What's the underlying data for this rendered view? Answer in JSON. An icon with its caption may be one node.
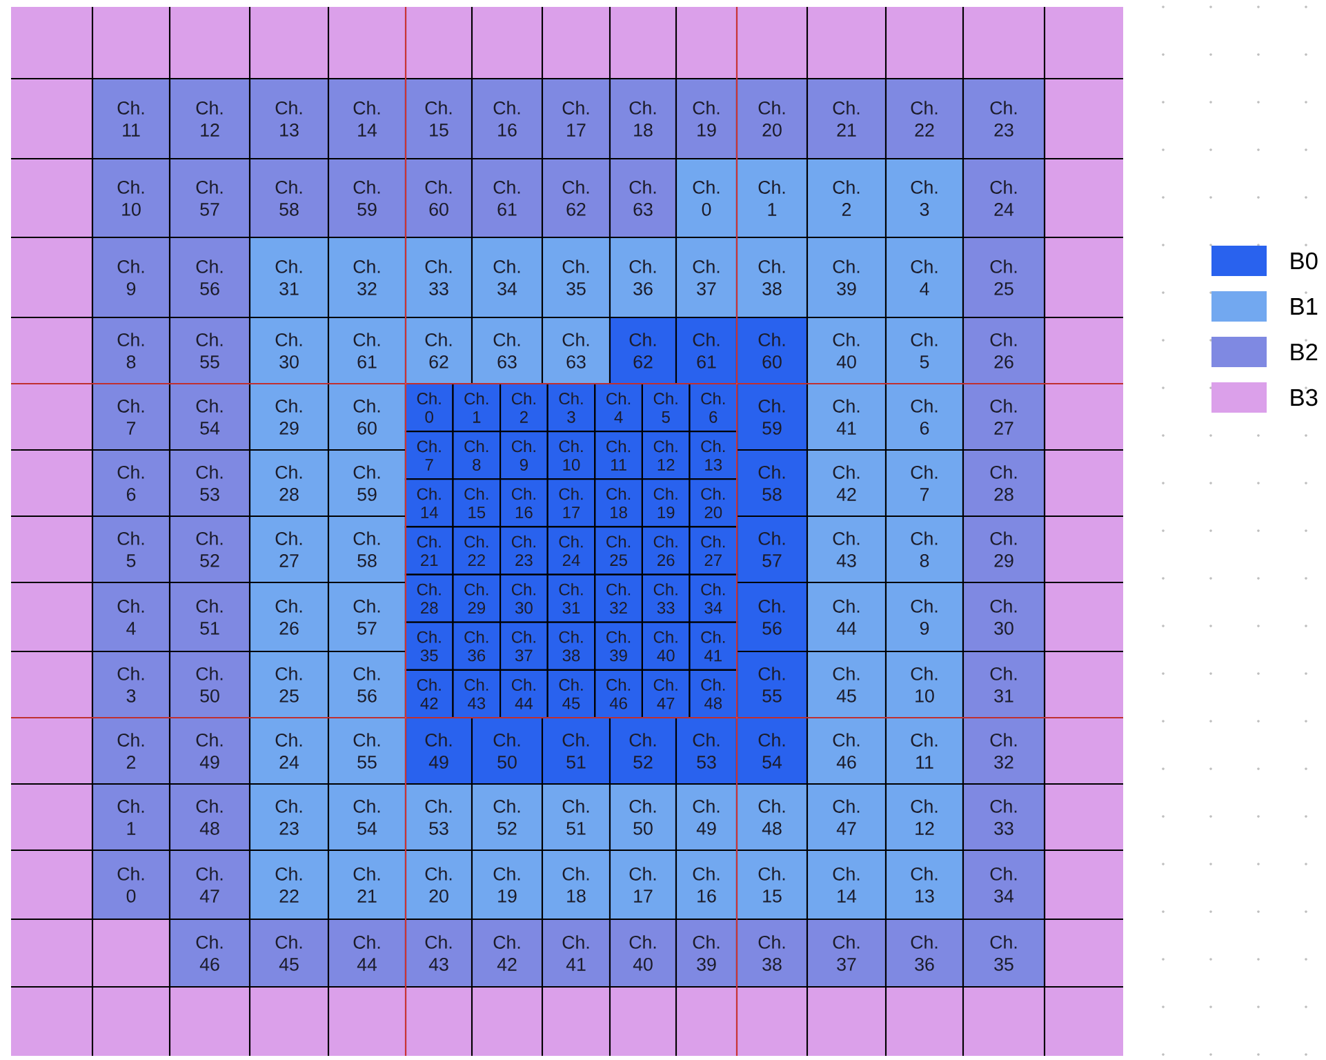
{
  "diagram": {
    "nodes": [
      {
        "text": [
          "Ch. 11"
        ]
      },
      {
        "text": [
          "Ch. 12"
        ]
      },
      {
        "text": [
          "Ch. 13"
        ]
      },
      {
        "text": [
          "Ch. 14"
        ]
      },
      {
        "text": [
          "Ch. 15"
        ]
      },
      {
        "text": [
          "Ch. 16"
        ]
      },
      {
        "text": [
          "Ch. 17"
        ]
      },
      {
        "text": [
          "Ch. 18"
        ]
      },
      {
        "text": [
          "Ch. 19"
        ]
      },
      {
        "text": [
          "Ch. 20"
        ]
      },
      {
        "text": [
          "Ch. 21"
        ]
      },
      {
        "text": [
          "Ch. 22"
        ]
      },
      {
        "text": [
          "Ch. 23"
        ]
      },
      {
        "text": [
          "Ch. 10"
        ]
      },
      {
        "text": [
          "Ch. 57"
        ]
      },
      {
        "text": [
          "Ch. 58"
        ]
      },
      {
        "text": [
          "Ch. 59"
        ]
      },
      {
        "text": [
          "Ch. 60"
        ]
      },
      {
        "text": [
          "Ch. 61"
        ]
      },
      {
        "text": [
          "Ch. 62"
        ]
      },
      {
        "text": [
          "Ch. 63"
        ]
      },
      {
        "text": [
          "Ch. 0"
        ]
      },
      {
        "text": [
          "Ch. 1"
        ]
      },
      {
        "text": [
          "Ch. 2"
        ]
      },
      {
        "text": [
          "Ch. 3"
        ]
      },
      {
        "text": [
          "Ch. 24"
        ]
      },
      {
        "text": [
          "Ch. 9"
        ]
      },
      {
        "text": [
          "Ch. 56"
        ]
      },
      {
        "text": [
          "Ch. 31"
        ]
      },
      {
        "text": [
          "Ch. 32"
        ]
      },
      {
        "text": [
          "Ch. 33"
        ]
      },
      {
        "text": [
          "Ch. 34"
        ]
      },
      {
        "text": [
          "Ch. 35"
        ]
      },
      {
        "text": [
          "Ch. 36"
        ]
      },
      {
        "text": [
          "Ch. 37"
        ]
      },
      {
        "text": [
          "Ch. 38"
        ]
      },
      {
        "text": [
          "Ch. 39"
        ]
      },
      {
        "text": [
          "Ch. 4"
        ]
      },
      {
        "text": [
          "Ch. 25"
        ]
      },
      {
        "text": [
          "Ch. 8"
        ]
      },
      {
        "text": [
          "Ch. 55"
        ]
      },
      {
        "text": [
          "Ch. 30"
        ]
      },
      {
        "text": [
          "Ch. 61"
        ]
      },
      {
        "text": [
          "Ch. 62"
        ]
      },
      {
        "text": [
          "Ch. 63"
        ]
      },
      {
        "text": [
          "Ch. 63"
        ]
      },
      {
        "text": [
          "Ch. 62"
        ]
      },
      {
        "text": [
          "Ch. 61"
        ]
      },
      {
        "text": [
          "Ch. 60"
        ]
      },
      {
        "text": [
          "Ch. 40"
        ]
      },
      {
        "text": [
          "Ch. 5"
        ]
      },
      {
        "text": [
          "Ch. 26"
        ]
      },
      {
        "text": [
          "Ch. 7"
        ]
      },
      {
        "text": [
          "Ch. 54"
        ]
      },
      {
        "text": [
          "Ch. 29"
        ]
      },
      {
        "text": [
          "Ch. 60"
        ]
      },
      {
        "text": [
          "Ch. 59"
        ]
      },
      {
        "text": [
          "Ch. 41"
        ]
      },
      {
        "text": [
          "Ch. 6"
        ]
      },
      {
        "text": [
          "Ch. 27"
        ]
      },
      {
        "text": [
          "Ch. 6"
        ]
      },
      {
        "text": [
          "Ch. 53"
        ]
      },
      {
        "text": [
          "Ch. 28"
        ]
      },
      {
        "text": [
          "Ch. 59"
        ]
      },
      {
        "text": [
          "Ch. 58"
        ]
      },
      {
        "text": [
          "Ch. 42"
        ]
      },
      {
        "text": [
          "Ch. 7"
        ]
      },
      {
        "text": [
          "Ch. 28"
        ]
      },
      {
        "text": [
          "Ch. 5"
        ]
      },
      {
        "text": [
          "Ch. 52"
        ]
      },
      {
        "text": [
          "Ch. 27"
        ]
      },
      {
        "text": [
          "Ch. 58"
        ]
      },
      {
        "text": [
          "Ch. 57"
        ]
      },
      {
        "text": [
          "Ch. 43"
        ]
      },
      {
        "text": [
          "Ch. 8"
        ]
      },
      {
        "text": [
          "Ch. 29"
        ]
      },
      {
        "text": [
          "Ch. 4"
        ]
      },
      {
        "text": [
          "Ch. 51"
        ]
      },
      {
        "text": [
          "Ch. 26"
        ]
      },
      {
        "text": [
          "Ch. 57"
        ]
      },
      {
        "text": [
          "Ch. 56"
        ]
      },
      {
        "text": [
          "Ch. 44"
        ]
      },
      {
        "text": [
          "Ch. 9"
        ]
      },
      {
        "text": [
          "Ch. 30"
        ]
      },
      {
        "text": [
          "Ch. 3"
        ]
      },
      {
        "text": [
          "Ch. 50"
        ]
      },
      {
        "text": [
          "Ch. 25"
        ]
      },
      {
        "text": [
          "Ch. 56"
        ]
      },
      {
        "text": [
          "Ch. 55"
        ]
      },
      {
        "text": [
          "Ch. 45"
        ]
      },
      {
        "text": [
          "Ch. 10"
        ]
      },
      {
        "text": [
          "Ch. 31"
        ]
      },
      {
        "text": [
          "Ch. 2"
        ]
      },
      {
        "text": [
          "Ch. 49"
        ]
      },
      {
        "text": [
          "Ch. 24"
        ]
      },
      {
        "text": [
          "Ch. 55"
        ]
      },
      {
        "text": [
          "Ch. 49"
        ]
      },
      {
        "text": [
          "Ch. 50"
        ]
      },
      {
        "text": [
          "Ch. 51"
        ]
      },
      {
        "text": [
          "Ch. 52"
        ]
      },
      {
        "text": [
          "Ch. 53"
        ]
      },
      {
        "text": [
          "Ch. 54"
        ]
      },
      {
        "text": [
          "Ch. 46"
        ]
      },
      {
        "text": [
          "Ch. 11"
        ]
      },
      {
        "text": [
          "Ch. 32"
        ]
      },
      {
        "text": [
          "Ch. 1"
        ]
      },
      {
        "text": [
          "Ch. 48"
        ]
      },
      {
        "text": [
          "Ch. 23"
        ]
      },
      {
        "text": [
          "Ch. 54"
        ]
      },
      {
        "text": [
          "Ch. 53"
        ]
      },
      {
        "text": [
          "Ch. 52"
        ]
      },
      {
        "text": [
          "Ch. 51"
        ]
      },
      {
        "text": [
          "Ch. 50"
        ]
      },
      {
        "text": [
          "Ch. 49"
        ]
      },
      {
        "text": [
          "Ch. 48"
        ]
      },
      {
        "text": [
          "Ch. 47"
        ]
      },
      {
        "text": [
          "Ch. 12"
        ]
      },
      {
        "text": [
          "Ch. 33"
        ]
      },
      {
        "text": [
          "Ch. 0"
        ]
      },
      {
        "text": [
          "Ch. 47"
        ]
      },
      {
        "text": [
          "Ch. 22"
        ]
      },
      {
        "text": [
          "Ch. 21"
        ]
      },
      {
        "text": [
          "Ch. 20"
        ]
      },
      {
        "text": [
          "Ch. 19"
        ]
      },
      {
        "text": [
          "Ch. 18"
        ]
      },
      {
        "text": [
          "Ch. 17"
        ]
      },
      {
        "text": [
          "Ch. 16"
        ]
      },
      {
        "text": [
          "Ch. 15"
        ]
      },
      {
        "text": [
          "Ch. 14"
        ]
      },
      {
        "text": [
          "Ch. 13"
        ]
      },
      {
        "text": [
          "Ch. 34"
        ]
      },
      {
        "text": [
          "Ch. 46"
        ]
      },
      {
        "text": [
          "Ch. 45"
        ]
      },
      {
        "text": [
          "Ch. 44"
        ]
      },
      {
        "text": [
          "Ch. 43"
        ]
      },
      {
        "text": [
          "Ch. 42"
        ]
      },
      {
        "text": [
          "Ch. 41"
        ]
      },
      {
        "text": [
          "Ch. 40"
        ]
      },
      {
        "text": [
          "Ch. 39"
        ]
      },
      {
        "text": [
          "Ch. 38"
        ]
      },
      {
        "text": [
          "Ch. 37"
        ]
      },
      {
        "text": [
          "Ch. 36"
        ]
      },
      {
        "text": [
          "Ch. 35"
        ]
      },
      {
        "text": [
          "Ch. 0"
        ]
      },
      {
        "text": [
          "Ch. 1"
        ]
      },
      {
        "text": [
          "Ch. 2"
        ]
      },
      {
        "text": [
          "Ch. 3"
        ]
      },
      {
        "text": [
          "Ch. 4"
        ]
      },
      {
        "text": [
          "Ch. 5"
        ]
      },
      {
        "text": [
          "Ch. 6"
        ]
      },
      {
        "text": [
          "Ch. 7"
        ]
      },
      {
        "text": [
          "Ch. 8"
        ]
      },
      {
        "text": [
          "Ch. 9"
        ]
      },
      {
        "text": [
          "Ch. 10"
        ]
      },
      {
        "text": [
          "Ch. 11"
        ]
      },
      {
        "text": [
          "Ch. 12"
        ]
      },
      {
        "text": [
          "Ch. 13"
        ]
      },
      {
        "text": [
          "Ch. 14"
        ]
      },
      {
        "text": [
          "Ch. 15"
        ]
      },
      {
        "text": [
          "Ch. 16"
        ]
      },
      {
        "text": [
          "Ch. 17"
        ]
      },
      {
        "text": [
          "Ch. 18"
        ]
      },
      {
        "text": [
          "Ch. 19"
        ]
      },
      {
        "text": [
          "Ch. 20"
        ]
      },
      {
        "text": [
          "Ch. 21"
        ]
      },
      {
        "text": [
          "Ch. 22"
        ]
      },
      {
        "text": [
          "Ch. 23"
        ]
      },
      {
        "text": [
          "Ch. 24"
        ]
      },
      {
        "text": [
          "Ch. 25"
        ]
      },
      {
        "text": [
          "Ch. 26"
        ]
      },
      {
        "text": [
          "Ch. 27"
        ]
      },
      {
        "text": [
          "Ch. 28"
        ]
      },
      {
        "text": [
          "Ch. 29"
        ]
      },
      {
        "text": [
          "Ch. 30"
        ]
      },
      {
        "text": [
          "Ch. 31"
        ]
      },
      {
        "text": [
          "Ch. 32"
        ]
      },
      {
        "text": [
          "Ch. 33"
        ]
      },
      {
        "text": [
          "Ch. 34"
        ]
      },
      {
        "text": [
          "Ch. 35"
        ]
      },
      {
        "text": [
          "Ch. 36"
        ]
      },
      {
        "text": [
          "Ch. 37"
        ]
      },
      {
        "text": [
          "Ch. 38"
        ]
      },
      {
        "text": [
          "Ch. 39"
        ]
      },
      {
        "text": [
          "Ch. 40"
        ]
      },
      {
        "text": [
          "Ch. 41"
        ]
      },
      {
        "text": [
          "Ch. 42"
        ]
      },
      {
        "text": [
          "Ch. 43"
        ]
      },
      {
        "text": [
          "Ch. 44"
        ]
      },
      {
        "text": [
          "Ch. 45"
        ]
      },
      {
        "text": [
          "Ch. 46"
        ]
      },
      {
        "text": [
          "Ch. 47"
        ]
      },
      {
        "text": [
          "Ch. 48"
        ]
      }
    ],
    "legend": [
      {
        "text": "B0",
        "color": "#2962ee"
      },
      {
        "text": "B1",
        "color": "#72a8f0"
      },
      {
        "text": "B2",
        "color": "#7f89e2"
      },
      {
        "text": "B3",
        "color": "#dba0ea"
      }
    ]
  }
}
